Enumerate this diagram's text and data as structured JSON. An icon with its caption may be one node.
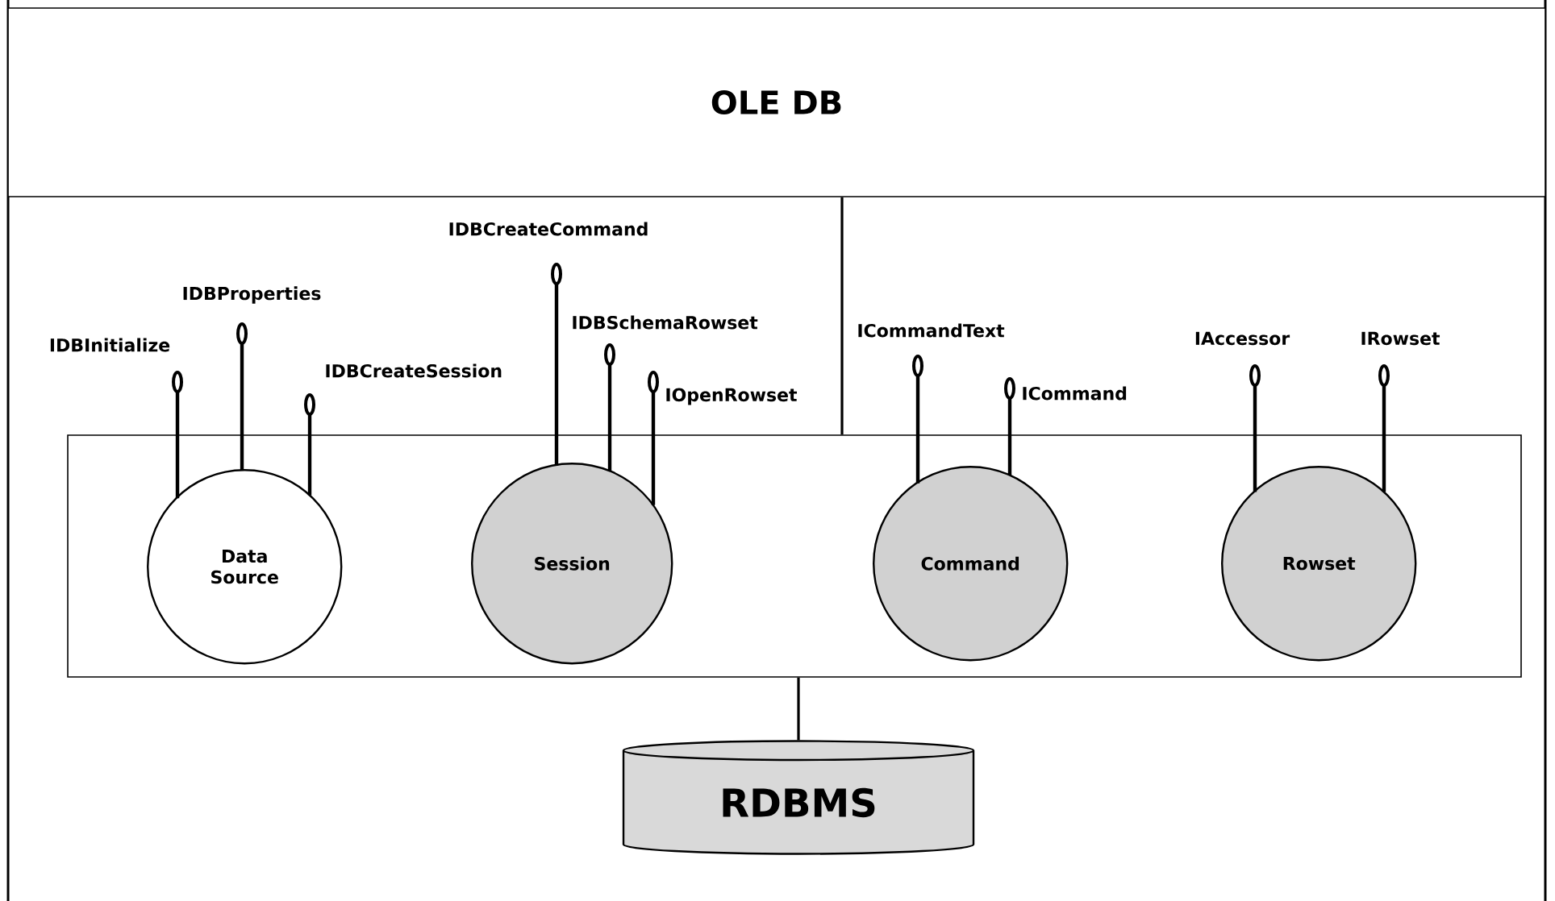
{
  "diagram": {
    "nodes": [
      {
        "text": [
          "OLE DB"
        ]
      },
      {
        "text": [],
        "shape": "box"
      },
      {
        "text": [
          "Data Source"
        ],
        "in": 1
      },
      {
        "text": [
          "Session"
        ],
        "in": 1
      },
      {
        "text": [
          "Command"
        ],
        "in": 1
      },
      {
        "text": [
          "Rowset"
        ],
        "in": 1
      },
      {
        "text": [
          "RDBMS"
        ]
      },
      {
        "text": [
          "IDBInitialize"
        ]
      },
      {
        "text": [
          "IDBProperties"
        ]
      },
      {
        "text": [
          "IDBCreateSession"
        ]
      },
      {
        "text": [
          "IDBCreateCommand"
        ]
      },
      {
        "text": [
          "IDBSchemaRowset"
        ]
      },
      {
        "text": [
          "IOpenRowset"
        ]
      },
      {
        "text": [
          "ICommandText"
        ]
      },
      {
        "text": [
          "ICommand"
        ]
      },
      {
        "text": [
          "IAccessor"
        ]
      },
      {
        "text": [
          "IRowset"
        ]
      }
    ],
    "edges": [
      {
        "from": 0,
        "to": 1,
        "arrow": "none"
      },
      {
        "from": 1,
        "to": 6,
        "arrow": "none"
      },
      {
        "from": 2,
        "to": 7,
        "arrow": "other"
      },
      {
        "from": 2,
        "to": 8,
        "arrow": "other"
      },
      {
        "from": 2,
        "to": 9,
        "arrow": "other"
      },
      {
        "from": 3,
        "to": 10,
        "arrow": "other"
      },
      {
        "from": 3,
        "to": 11,
        "arrow": "other"
      },
      {
        "from": 3,
        "to": 12,
        "arrow": "other"
      },
      {
        "from": 4,
        "to": 13,
        "arrow": "other"
      },
      {
        "from": 4,
        "to": 14,
        "arrow": "other"
      },
      {
        "from": 5,
        "to": 15,
        "arrow": "other"
      },
      {
        "from": 5,
        "to": 16,
        "arrow": "other"
      }
    ]
  }
}
